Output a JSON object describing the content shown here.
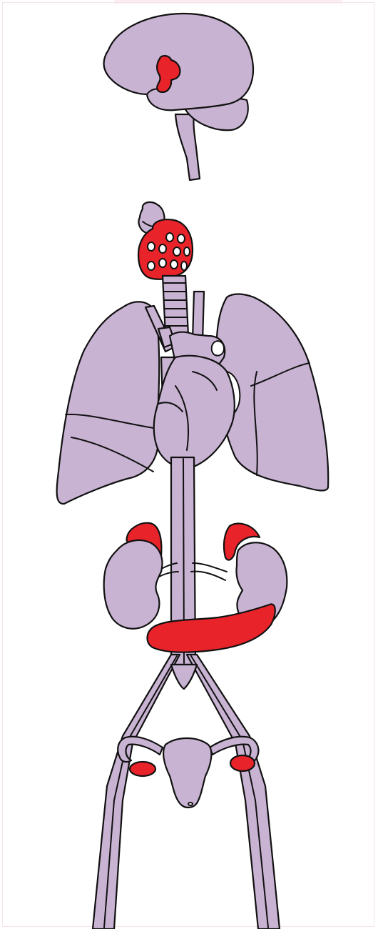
{
  "diagram": {
    "colors": {
      "organ": "#c9b3d3",
      "endocrine_highlight": "#e8232a",
      "outline": "#111111",
      "background": "#ffffff"
    },
    "organs": [
      {
        "name": "brain",
        "highlighted": false
      },
      {
        "name": "pituitary",
        "highlighted": true
      },
      {
        "name": "larynx",
        "highlighted": false
      },
      {
        "name": "thyroid",
        "highlighted": true
      },
      {
        "name": "trachea",
        "highlighted": false
      },
      {
        "name": "lungs",
        "highlighted": false
      },
      {
        "name": "heart",
        "highlighted": false
      },
      {
        "name": "adrenal-glands",
        "highlighted": true
      },
      {
        "name": "kidneys",
        "highlighted": false
      },
      {
        "name": "pancreas",
        "highlighted": true
      },
      {
        "name": "uterus",
        "highlighted": false
      },
      {
        "name": "ovaries",
        "highlighted": true
      }
    ]
  }
}
